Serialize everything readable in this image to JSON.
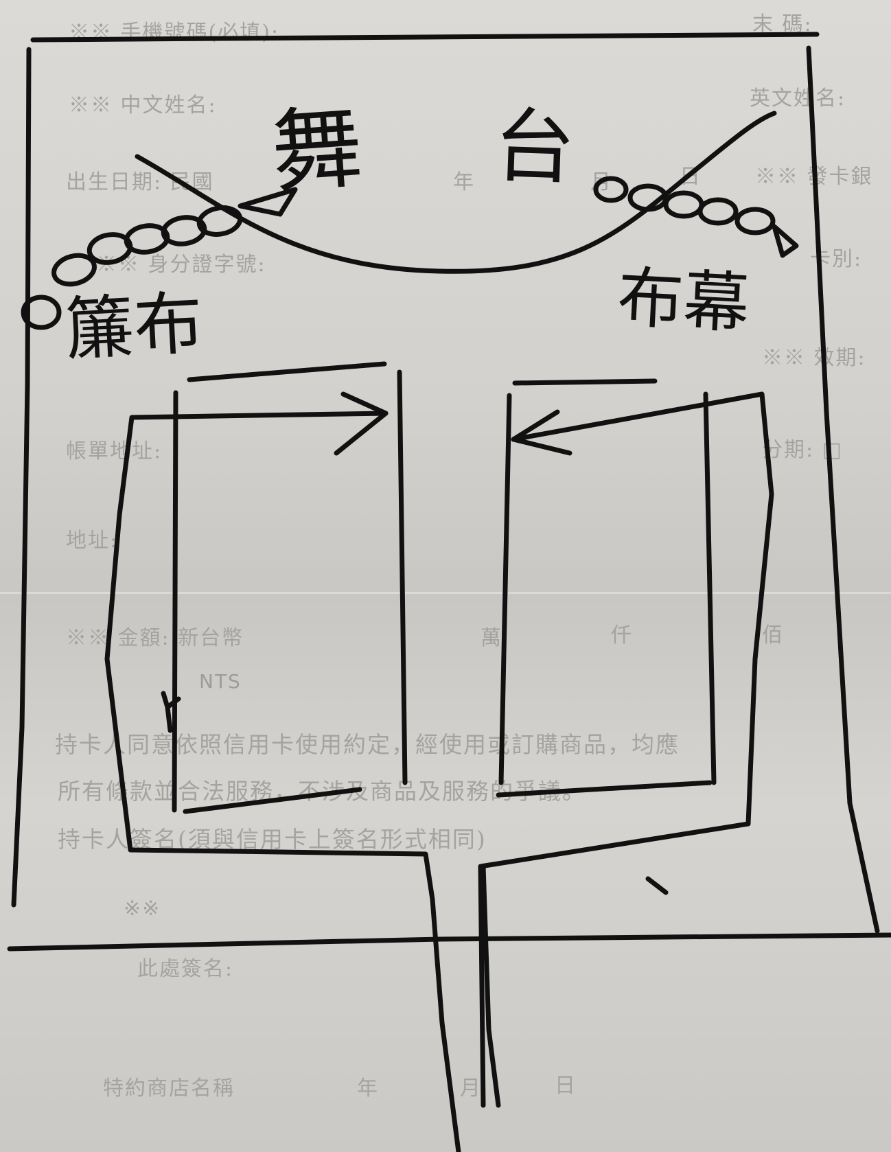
{
  "form_text": {
    "phone_label": "※※ 手機號碼(必填):",
    "top_right_fragment": "末 碼:",
    "chinese_name_label": "※※ 中文姓名:",
    "english_name_label": "英文姓名:",
    "row3_left": "出生日期: 民國",
    "row3_year": "年",
    "row3_month": "月",
    "row3_day": "日",
    "row3_right": "※※ 發卡銀",
    "row4_left": "※※ 身分證字號:",
    "row4_right": "卡別:",
    "row5_right": "※※ 效期:",
    "row6_left": "帳單地址:",
    "row6_right": "分期: □",
    "row7_left": "地址:",
    "amount_label": "※※ 金額: 新台幣",
    "amount_wan": "萬",
    "amount_qian": "仟",
    "amount_bai": "佰",
    "currency": "NTS",
    "terms_1": "持卡人同意依照信用卡使用約定，經使用或訂購商品，均應",
    "terms_2": "所有條款並合法服務，不涉及商品及服務的爭議。",
    "terms_3": "持卡人簽名(須與信用卡上簽名形式相同)",
    "stars": "※※",
    "signature_label": "此處簽名:",
    "date_label": "特約商店名稱",
    "date_year": "年",
    "date_month": "月",
    "date_day": "日"
  },
  "ink_text": {
    "top_left_char": "舞",
    "top_right_char": "台",
    "left_label": "簾布",
    "right_label": "布幕"
  }
}
